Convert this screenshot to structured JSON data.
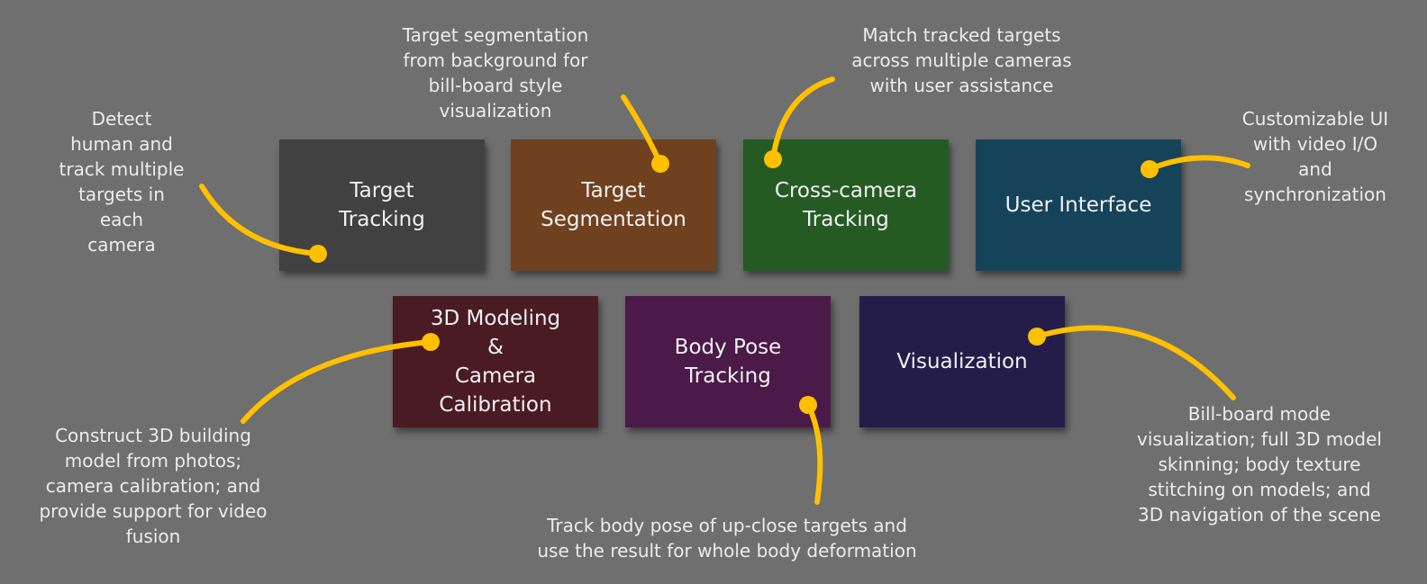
{
  "colors": {
    "background": "#6f6f6f",
    "connector": "#ffc000",
    "target_tracking": "#414141",
    "target_segmentation": "#70411f",
    "cross_camera_tracking": "#255b23",
    "user_interface": "#15445a",
    "modeling_calibration": "#4a1b23",
    "body_pose_tracking": "#4b1a48",
    "visualization": "#241d4a"
  },
  "boxes": {
    "target_tracking": "Target\nTracking",
    "target_segmentation": "Target\nSegmentation",
    "cross_camera_tracking": "Cross-camera\nTracking",
    "user_interface": "User Interface",
    "modeling_calibration": "3D Modeling\n&\nCamera\nCalibration",
    "body_pose_tracking": "Body Pose\nTracking",
    "visualization": "Visualization"
  },
  "notes": {
    "target_tracking": "Detect\nhuman and\ntrack multiple\ntargets in\neach\ncamera",
    "target_segmentation": "Target segmentation\nfrom background for\nbill-board style\nvisualization",
    "cross_camera_tracking": "Match tracked targets\nacross multiple cameras\nwith user assistance",
    "user_interface": "Customizable UI\nwith video I/O\nand\nsynchronization",
    "modeling_calibration": "Construct 3D building\nmodel from photos;\ncamera calibration; and\nprovide support for video\nfusion",
    "body_pose_tracking": "Track body pose of up-close targets and\nuse the result for whole body deformation",
    "visualization": "Bill-board mode\nvisualization; full 3D model\nskinning; body texture\nstitching on models; and\n3D navigation of the scene"
  }
}
